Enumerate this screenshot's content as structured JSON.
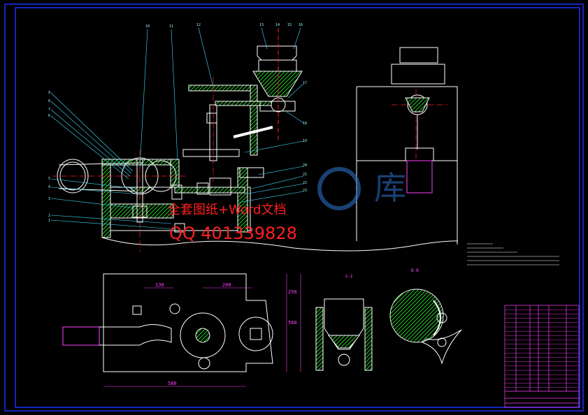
{
  "watermark": {
    "line1": "全套图纸+Word文档",
    "line2": "QQ 401339828",
    "logo_text": "库"
  },
  "section_labels": {
    "a": "F-F",
    "b": "B-B"
  },
  "dimensions": {
    "d1": "130",
    "d2": "200",
    "d3": "250",
    "d4": "560",
    "d5": "580"
  },
  "part_numbers": [
    "10",
    "11",
    "12",
    "13",
    "14",
    "15",
    "16",
    "17",
    "18",
    "19",
    "20",
    "21",
    "22",
    "23",
    "1",
    "2",
    "3",
    "4",
    "5",
    "6",
    "7",
    "8",
    "9"
  ],
  "colors": {
    "frame": "#1c30ff",
    "line": "#ffffff",
    "hatch": "#30ff30",
    "center": "#ff2020",
    "leader": "#40e0ff",
    "dim": "#ff40ff"
  }
}
